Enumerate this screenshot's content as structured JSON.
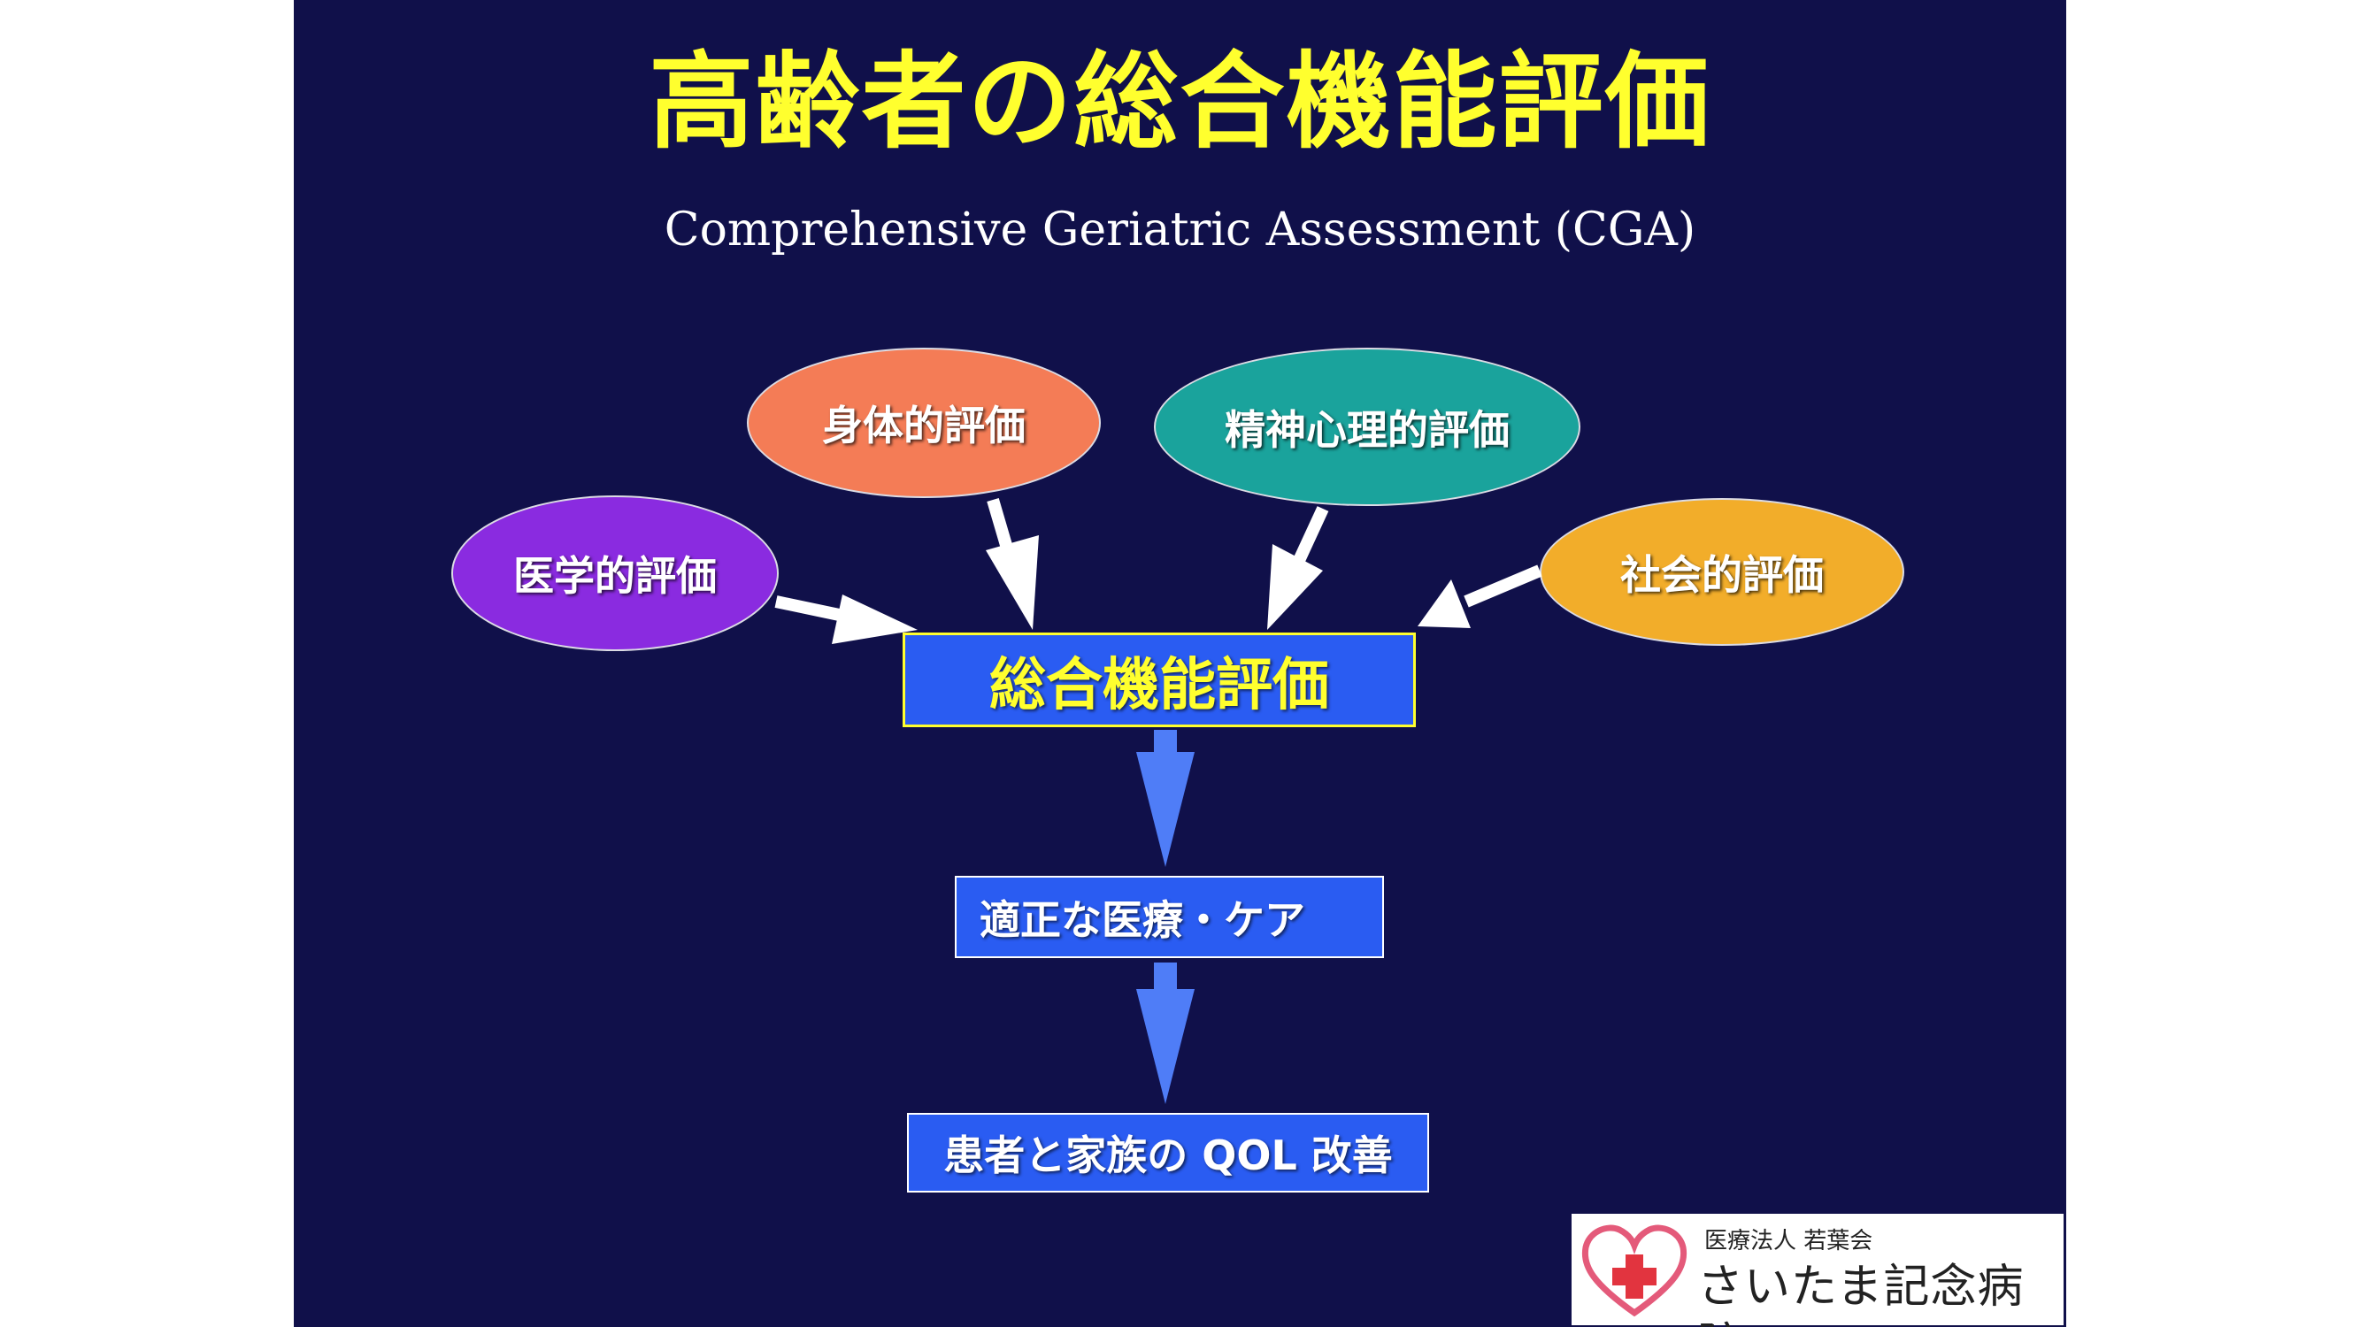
{
  "slide": {
    "title": "高齢者の総合機能評価",
    "subtitle": "Comprehensive Geriatric Assessment (CGA)"
  },
  "inputs": {
    "medical": {
      "label": "医学的評価",
      "color": "#8a2be0"
    },
    "physical": {
      "label": "身体的評価",
      "color": "#f47c56"
    },
    "psychological": {
      "label": "精神心理的評価",
      "color": "#1aa39c"
    },
    "social": {
      "label": "社会的評価",
      "color": "#f2ad2a"
    }
  },
  "flow": {
    "center_label": "総合機能評価",
    "care_label": "適正な医療・ケア",
    "qol_label": "患者と家族の QOL 改善"
  },
  "colors": {
    "background": "#10104a",
    "title": "#ffff2e",
    "box": "#2a5cf2",
    "down_arrow": "#4f7df7",
    "in_arrow": "#ffffff"
  },
  "logo": {
    "org": "医療法人 若葉会",
    "name": "さいたま記念病院",
    "icon": "heart-cross-icon"
  }
}
